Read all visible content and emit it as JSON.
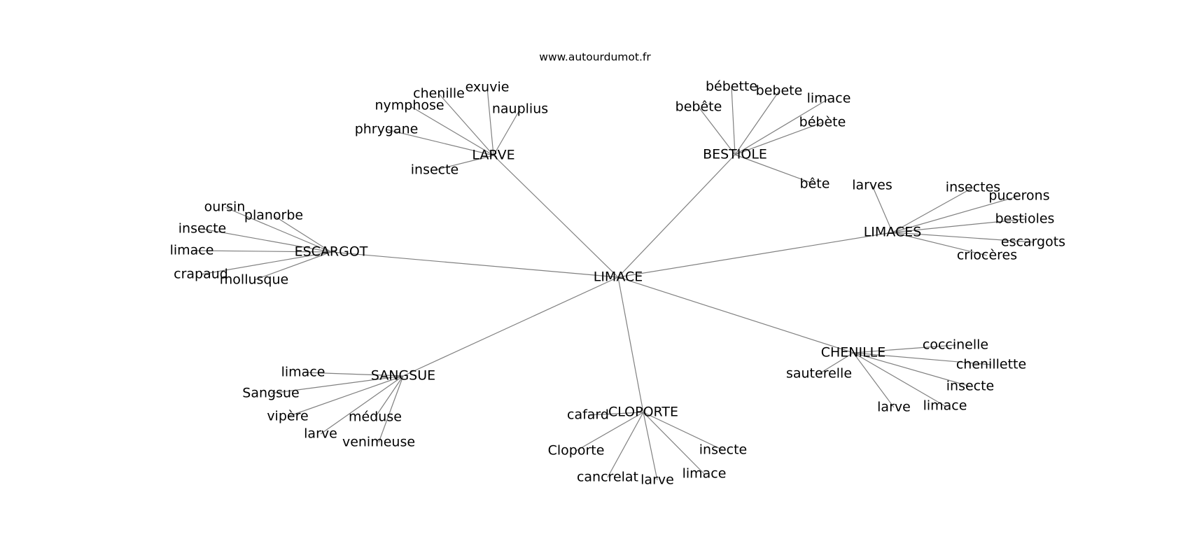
{
  "header": {
    "site": "www.autourdumot.fr"
  },
  "graph": {
    "root": "LIMACE",
    "hubs": [
      {
        "label": "LARVE",
        "leaves": [
          "insecte",
          "phrygane",
          "nymphose",
          "chenille",
          "exuvie",
          "nauplius"
        ]
      },
      {
        "label": "BESTIOLE",
        "leaves": [
          "bebête",
          "bébette",
          "bebete",
          "limace",
          "bébète",
          "bête"
        ]
      },
      {
        "label": "ESCARGOT",
        "leaves": [
          "oursin",
          "planorbe",
          "insecte",
          "limace",
          "crapaud",
          "mollusque"
        ]
      },
      {
        "label": "LIMACES",
        "leaves": [
          "larves",
          "insectes",
          "pucerons",
          "bestioles",
          "escargots",
          "criocères"
        ]
      },
      {
        "label": "CHENILLE",
        "leaves": [
          "coccinelle",
          "chenillette",
          "insecte",
          "limace",
          "larve",
          "sauterelle"
        ]
      },
      {
        "label": "SANGSUE",
        "leaves": [
          "limace",
          "Sangsue",
          "vipère",
          "larve",
          "venimeuse",
          "méduse"
        ]
      },
      {
        "label": "CLOPORTE",
        "leaves": [
          "cafard",
          "Cloporte",
          "cancrelat",
          "larve",
          "limace",
          "insecte"
        ]
      }
    ]
  },
  "colors": {
    "edge": "#808080",
    "text": "#000000",
    "background": "#ffffff"
  }
}
